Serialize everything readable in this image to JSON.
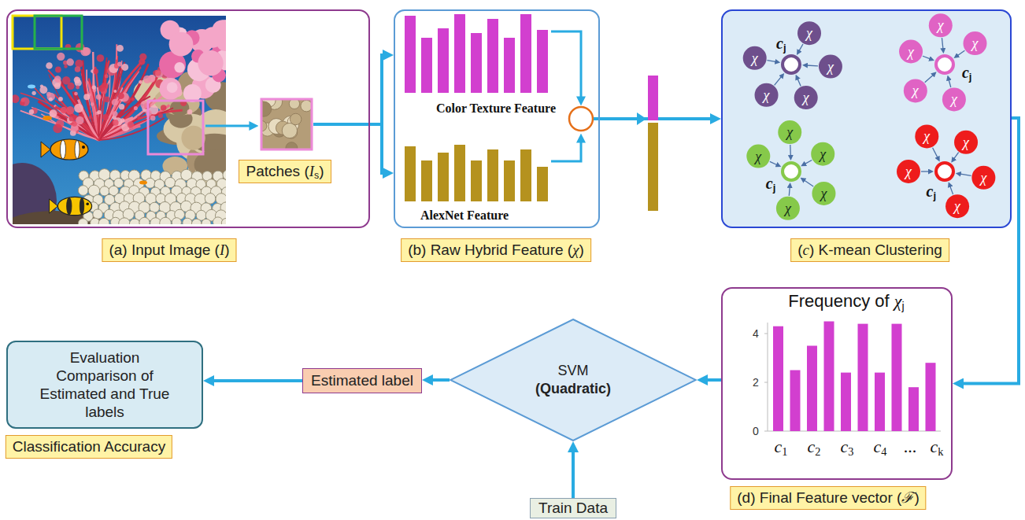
{
  "diagram": {
    "nodes": [
      {
        "text": [
          "(a) Input Image (I)"
        ]
      },
      {
        "text": [
          "Patches (Is)"
        ],
        "in": 0
      },
      {
        "text": [
          "(b) Raw Hybrid Feature (χ)",
          "Color Texture Feature",
          "AlexNet Feature"
        ]
      },
      {
        "text": [
          "(c) K-mean Clustering"
        ]
      },
      {
        "text": [
          "Evaluation Comparison of Estimated and True labels",
          "Classification Accuracy"
        ]
      },
      {
        "text": [
          "Estimated label"
        ]
      },
      {
        "text": [
          "SVM",
          "(Quadratic)"
        ]
      },
      {
        "text": [
          "(d) Final Feature vector (ℱ)",
          "Frequency of χj"
        ]
      },
      {
        "text": [
          "Train Data"
        ]
      }
    ],
    "edges": [
      {
        "from": 0,
        "to": 2,
        "arrow": "to"
      },
      {
        "from": 2,
        "to": 3,
        "arrow": "to"
      },
      {
        "from": 3,
        "to": 7,
        "arrow": "to"
      },
      {
        "from": 7,
        "to": 6,
        "arrow": "to"
      },
      {
        "from": 8,
        "to": 6,
        "arrow": "to"
      },
      {
        "from": 6,
        "to": 5,
        "arrow": "to"
      },
      {
        "from": 5,
        "to": 4,
        "arrow": "to"
      }
    ],
    "labels": [
      "cj",
      "χ",
      "χ",
      "χ",
      "χ",
      "χ",
      "cj",
      "χ",
      "χ",
      "χ",
      "χ",
      "χ",
      "cj",
      "χ",
      "χ",
      "χ",
      "χ",
      "χ",
      "cj",
      "χ",
      "χ",
      "χ",
      "χ",
      "χ",
      "4",
      "2",
      "0",
      "c1",
      "c2",
      "c3",
      "c4",
      "...",
      "ck"
    ]
  }
}
